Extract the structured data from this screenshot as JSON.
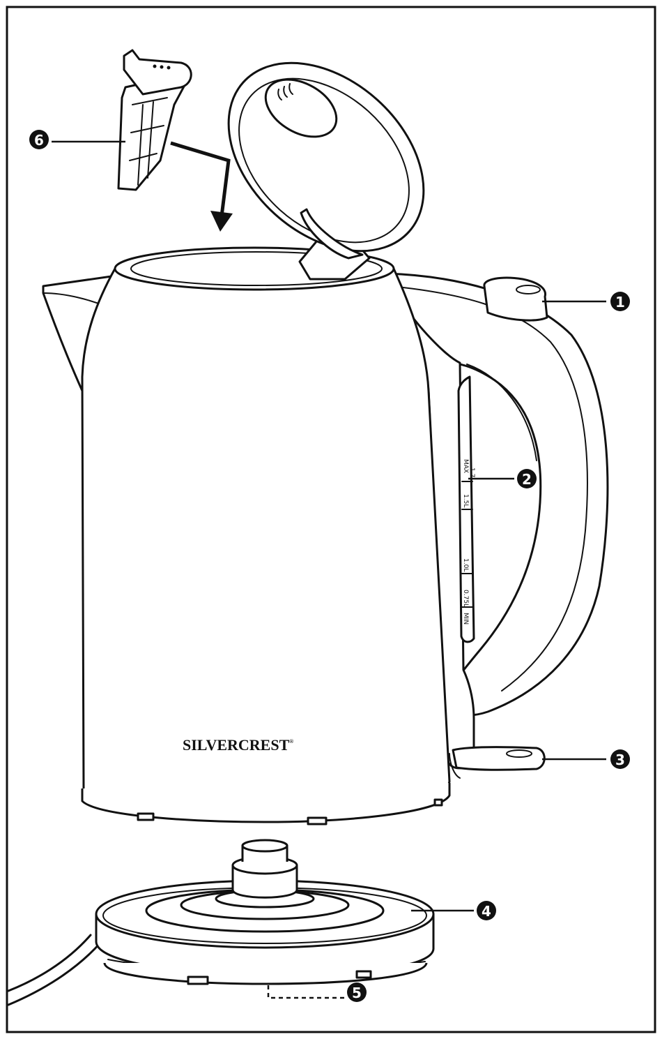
{
  "brand": {
    "name_part1": "SILVER",
    "name_part2": "CREST",
    "registered_mark": "®"
  },
  "water_scale": {
    "max_label": "MAX",
    "max_value": "1.7L",
    "mark_1": "1.5L",
    "mark_2": "1.0L",
    "min_value": "0.75L",
    "min_label": "MIN"
  },
  "callouts": [
    {
      "id": "1",
      "label": "1"
    },
    {
      "id": "2",
      "label": "2"
    },
    {
      "id": "3",
      "label": "3"
    },
    {
      "id": "4",
      "label": "4"
    },
    {
      "id": "5",
      "label": "5"
    },
    {
      "id": "6",
      "label": "6"
    }
  ],
  "colors": {
    "line": "#111111",
    "background": "#ffffff"
  }
}
